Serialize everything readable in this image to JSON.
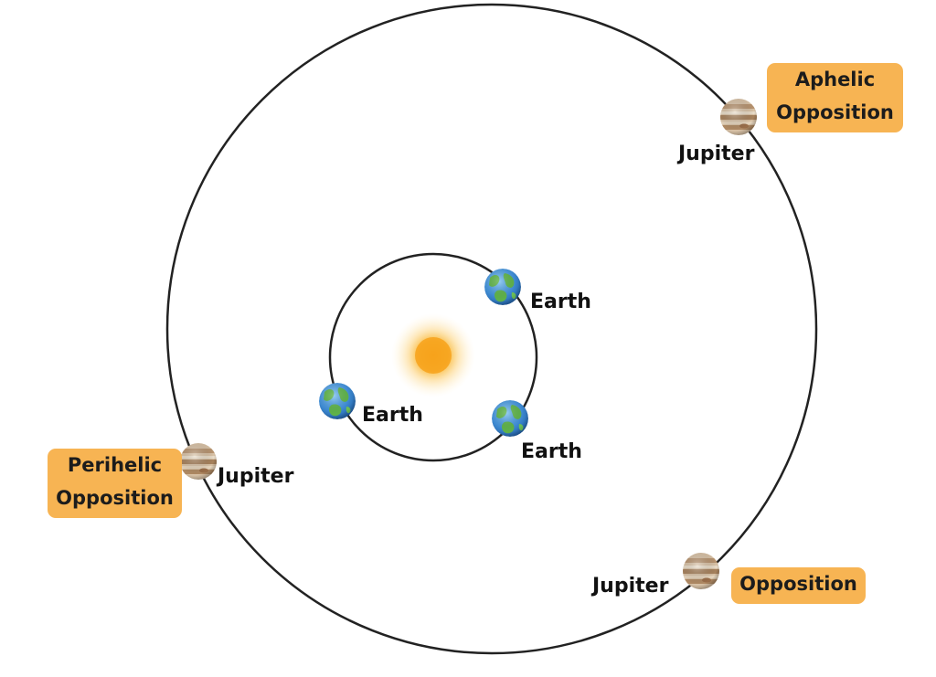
{
  "labels": {
    "earth": "Earth",
    "jupiter": "Jupiter",
    "aphelic_line1": "Aphelic",
    "aphelic_line2": "Opposition",
    "perihelic_line1": "Perihelic",
    "perihelic_line2": "Opposition",
    "opposition": "Opposition"
  },
  "colors": {
    "tag_fill": "#f7b453",
    "orbit_stroke": "#222222",
    "sun_core": "#f7a21b",
    "earth_ocean": "#3f8ed8",
    "earth_land": "#5fb34a",
    "jupiter_band": "#b89470"
  },
  "icons": [
    "sun-icon",
    "earth-icon",
    "jupiter-icon"
  ]
}
